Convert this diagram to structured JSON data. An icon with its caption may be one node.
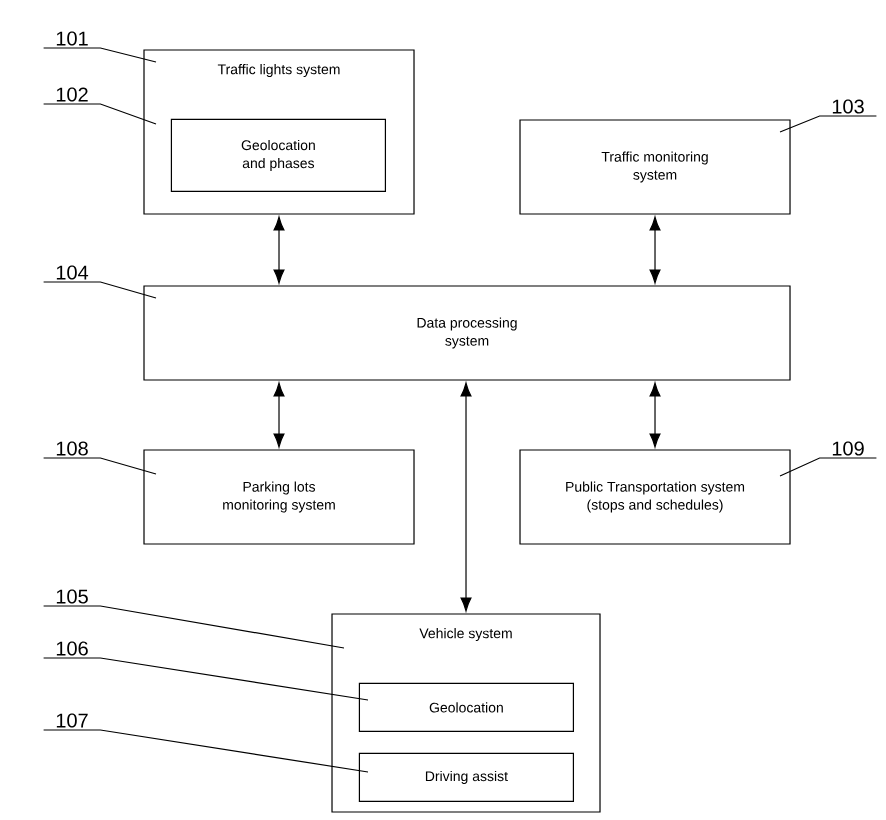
{
  "diagram": {
    "nodes": [
      {
        "text": [
          "Traffic lights system"
        ]
      },
      {
        "text": [
          "Geolocation and phases"
        ],
        "in": 0
      },
      {
        "text": [
          "Traffic monitoring system"
        ]
      },
      {
        "text": [
          "Data processing system"
        ]
      },
      {
        "text": [
          "Parking lots monitoring system"
        ]
      },
      {
        "text": [
          "Public Transportation system (stops and schedules)"
        ]
      },
      {
        "text": [
          "Vehicle system"
        ]
      },
      {
        "text": [
          "Geolocation"
        ],
        "in": 6
      },
      {
        "text": [
          "Driving assist"
        ],
        "in": 6
      },
      {
        "text": [
          "101"
        ]
      },
      {
        "text": [
          "102"
        ]
      },
      {
        "text": [
          "103"
        ]
      },
      {
        "text": [
          "104"
        ]
      },
      {
        "text": [
          "108"
        ]
      },
      {
        "text": [
          "109"
        ]
      },
      {
        "text": [
          "105"
        ]
      },
      {
        "text": [
          "106"
        ]
      },
      {
        "text": [
          "107"
        ]
      }
    ],
    "edges": [
      {
        "from": 0,
        "to": 3,
        "arrow": "both"
      },
      {
        "from": 2,
        "to": 3,
        "arrow": "both"
      },
      {
        "from": 3,
        "to": 4,
        "arrow": "both"
      },
      {
        "from": 3,
        "to": 5,
        "arrow": "both"
      },
      {
        "from": 3,
        "to": 6,
        "arrow": "both"
      },
      {
        "from": 9,
        "to": 0,
        "arrow": "none"
      },
      {
        "from": 10,
        "to": 1,
        "arrow": "none"
      },
      {
        "from": 11,
        "to": 2,
        "arrow": "none"
      },
      {
        "from": 12,
        "to": 3,
        "arrow": "none"
      },
      {
        "from": 13,
        "to": 4,
        "arrow": "none"
      },
      {
        "from": 14,
        "to": 5,
        "arrow": "none"
      },
      {
        "from": 15,
        "to": 6,
        "arrow": "none"
      },
      {
        "from": 16,
        "to": 7,
        "arrow": "none"
      },
      {
        "from": 17,
        "to": 8,
        "arrow": "none"
      }
    ]
  }
}
